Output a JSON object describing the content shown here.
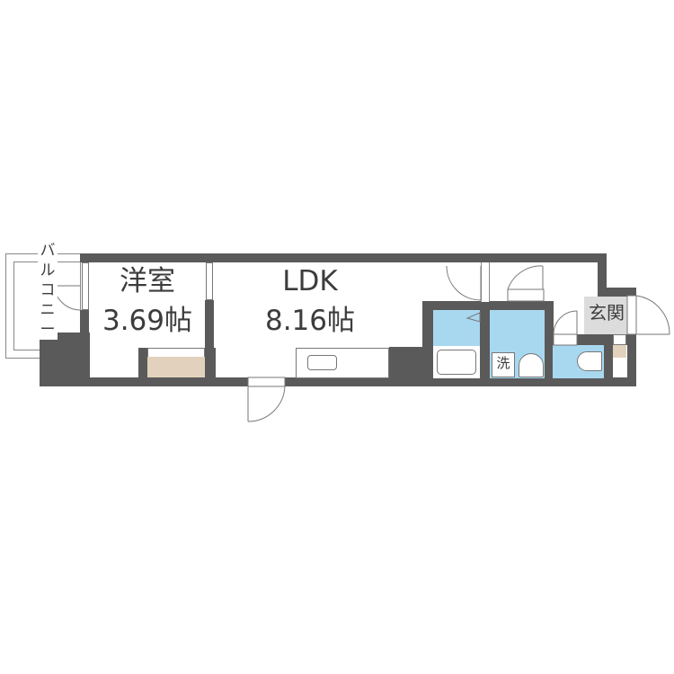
{
  "floorplan": {
    "rooms": [
      {
        "id": "balcony",
        "name": "バルコニー"
      },
      {
        "id": "western_room",
        "name": "洋室",
        "size": "3.69帖"
      },
      {
        "id": "ldk",
        "name": "LDK",
        "size": "8.16帖"
      },
      {
        "id": "washroom",
        "symbol": "洗"
      },
      {
        "id": "entrance",
        "name": "玄関"
      }
    ],
    "balcony_chars": [
      "バ",
      "ル",
      "コ",
      "ニ",
      "ー"
    ]
  },
  "colors": {
    "wall": "#5a5a5a",
    "wet_area": "#a8d8f0",
    "storage": "#e2d2bd",
    "entrance_floor": "#dcdcdc"
  }
}
